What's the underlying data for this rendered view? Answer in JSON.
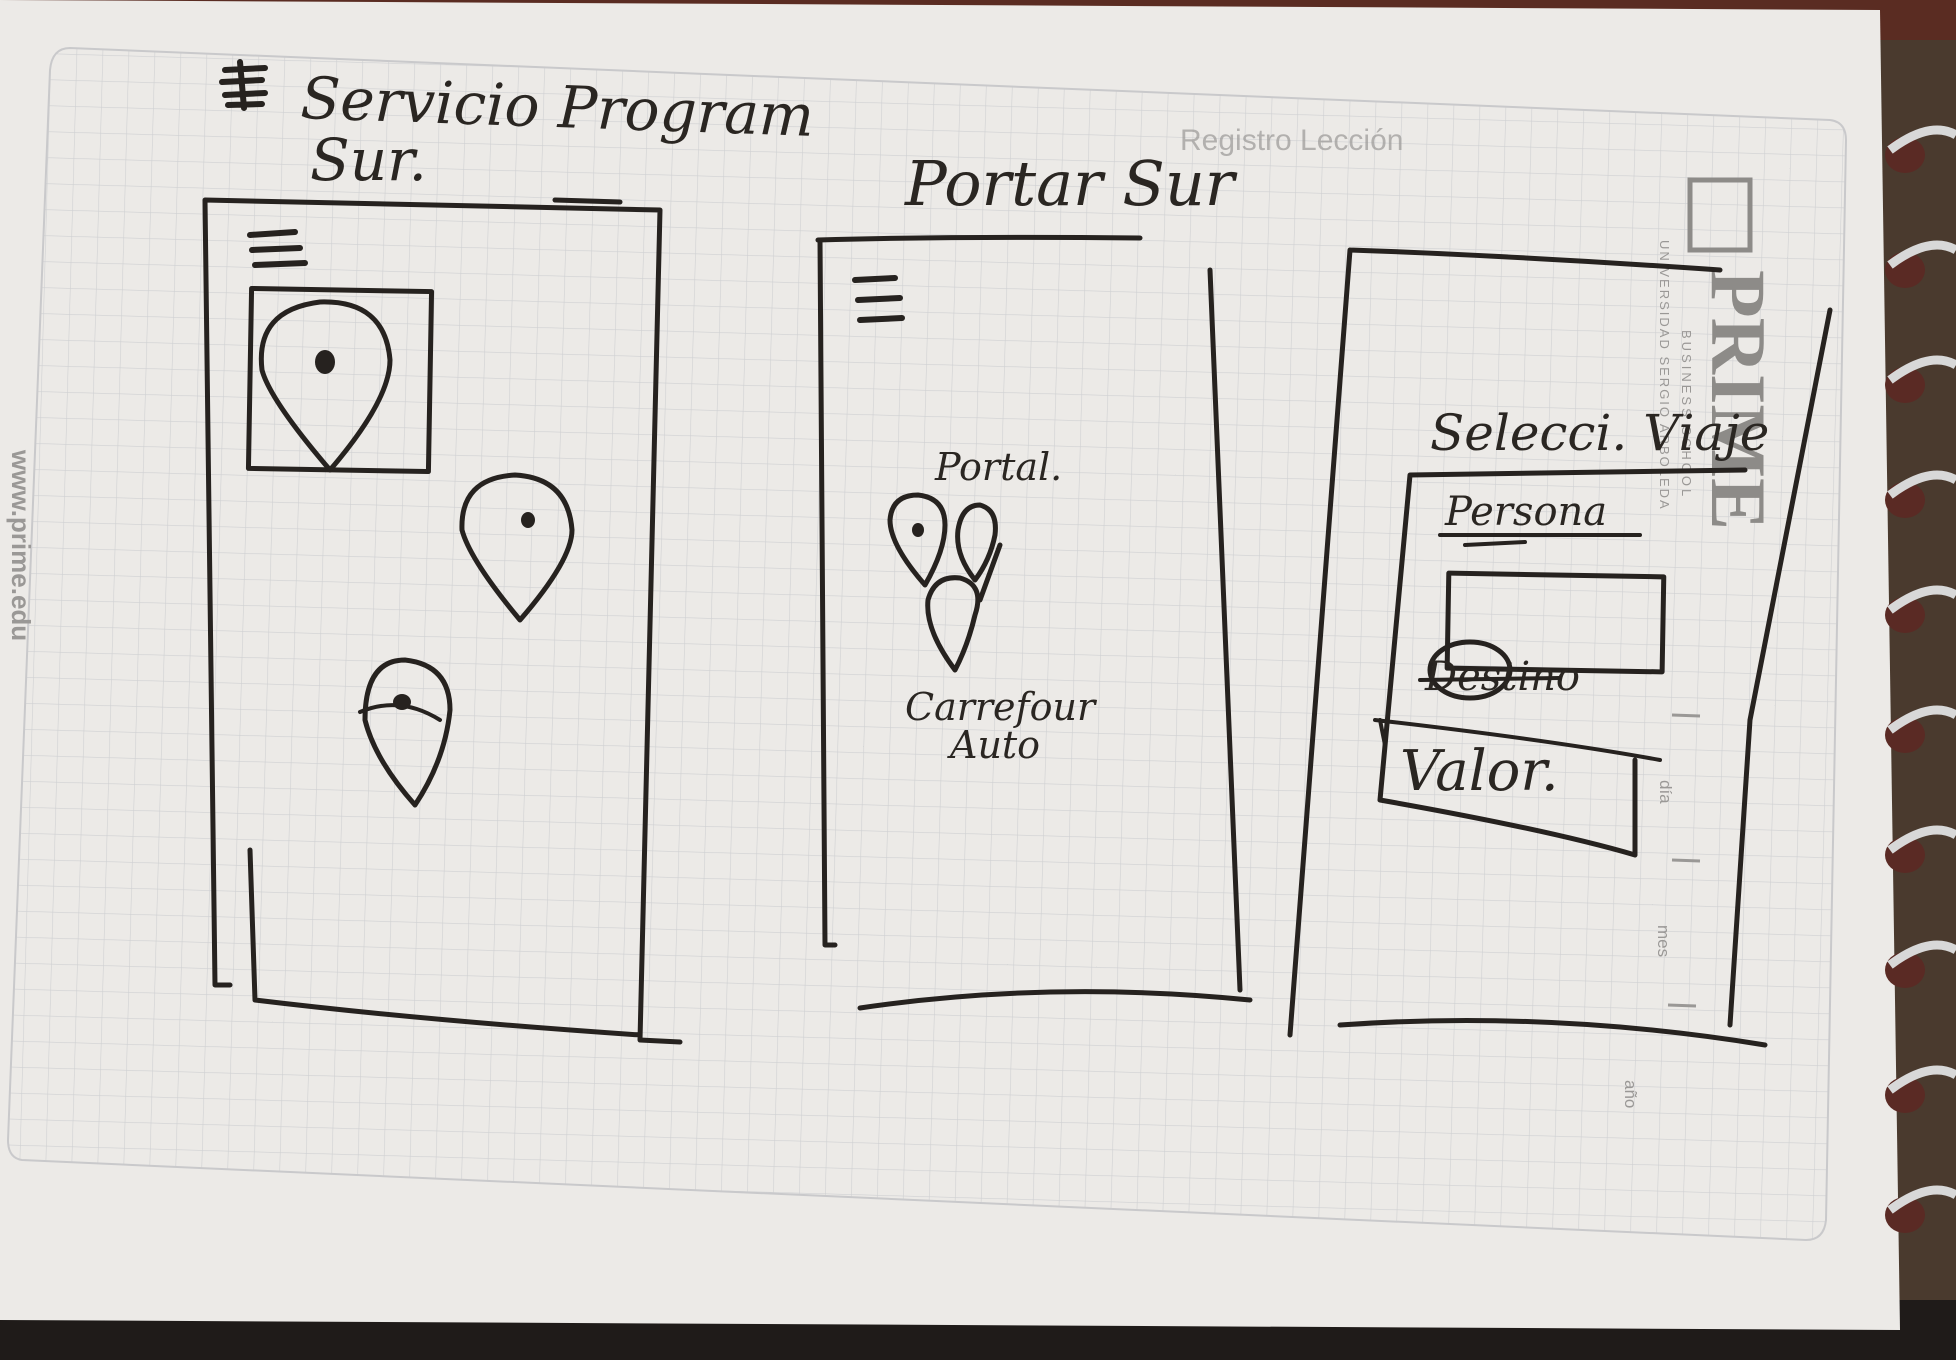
{
  "colors": {
    "paper": "#eceae7",
    "grid": "#cfd0d2",
    "ink": "#26221f",
    "printed_logo": "#8d8b88",
    "desk_dark": "#1f1b19",
    "desk_wood": "#5a2c22"
  },
  "sketch_1": {
    "title_line1": "Servicio Program",
    "title_line2": "Sur.",
    "menu_icon": "hamburger-menu-icon",
    "pins": [
      "map-pin-icon",
      "map-pin-icon",
      "map-pin-icon"
    ]
  },
  "sketch_2": {
    "title": "Portar Sur",
    "menu_icon": "hamburger-menu-icon",
    "label_top": "Portal.",
    "label_bottom_line1": "Carrefour",
    "label_bottom_line2": "Auto"
  },
  "sketch_3": {
    "heading": "Selecci. Viaje",
    "field_1": "Persona",
    "field_2": "Destino",
    "field_3": "Valor."
  },
  "notebook": {
    "brand": "PRIME",
    "brand_sub1": "BUSINESS SCHOOL",
    "brand_sub2": "UNIVERSIDAD SERGIO ARBOLEDA",
    "date_day": "día",
    "date_month": "mes",
    "date_year": "año",
    "website": "www.prime.edu",
    "faint_header": "Registro Lección"
  }
}
